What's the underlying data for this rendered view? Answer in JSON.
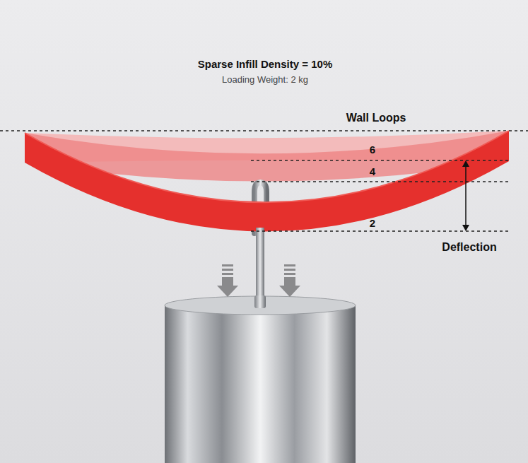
{
  "diagram": {
    "title": "Sparse Infill Density = 10%",
    "labels": [
      "Loading Weight: 2 kg",
      "Wall Loops",
      "6",
      "4",
      "2",
      "Deflection"
    ]
  }
}
